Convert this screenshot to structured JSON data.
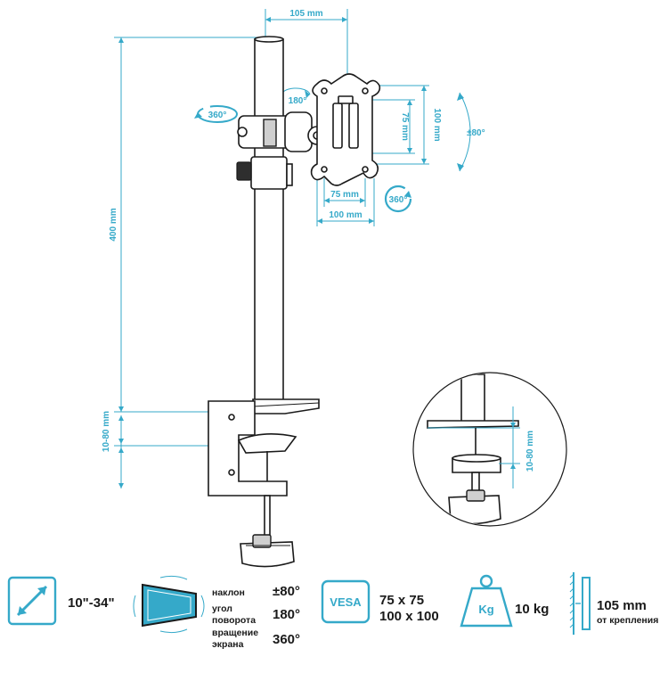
{
  "dimensions": {
    "top_width": "105 mm",
    "pole_height": "400 mm",
    "clamp_range": "10-80 mm",
    "vesa_height_100": "100 mm",
    "vesa_height_75": "75 mm",
    "vesa_width_75": "75 mm",
    "vesa_width_100": "100 mm",
    "rot_180": "180°",
    "rot_360_arm": "360°",
    "rot_360_plate": "360°",
    "tilt": "±80°",
    "inset_clamp_range": "10-80 mm"
  },
  "specs": {
    "screen_size": "10\"-34\"",
    "tilt_label": "наклон",
    "tilt_value": "±80°",
    "swivel_label_1": "угол",
    "swivel_label_2": "поворота",
    "swivel_value": "180°",
    "rotation_label_1": "вращение",
    "rotation_label_2": "экрана",
    "rotation_value": "360°",
    "vesa_badge": "VESA",
    "vesa_1": "75 x 75",
    "vesa_2": "100 x 100",
    "weight_badge": "Kg",
    "weight_value": "10 kg",
    "distance_value": "105 mm",
    "distance_label": "от крепления"
  },
  "colors": {
    "accent": "#35a9c9",
    "line": "#1a1a1a"
  },
  "icons": [
    "diagonal-arrow-icon",
    "tilted-screen-icon",
    "vesa-badge-icon",
    "weight-icon",
    "wall-distance-icon"
  ]
}
